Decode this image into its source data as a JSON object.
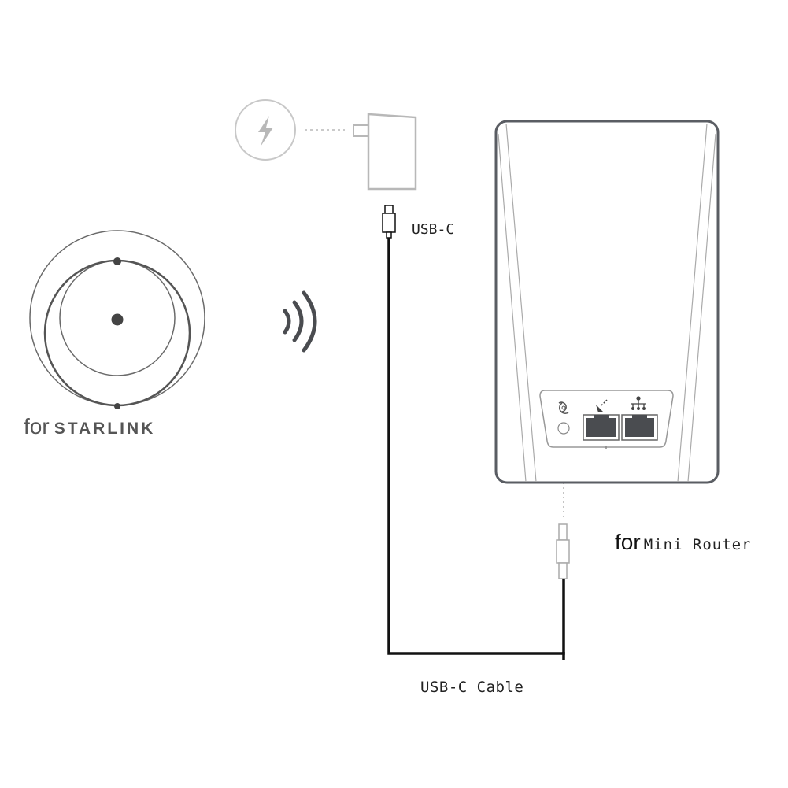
{
  "diagram": {
    "type": "connection-diagram",
    "colors": {
      "line_dark": "#111111",
      "outline_gray": "#5a5d63",
      "light_gray": "#aaaaaa",
      "port_fill": "#4a4c50"
    },
    "nodes": {
      "power_source": {
        "icon": "lightning-bolt-icon"
      },
      "power_adapter": {
        "icon": "wall-plug-adapter-icon"
      },
      "starlink_dish": {
        "icon": "starlink-orbit-logo",
        "label_prefix": "for",
        "label_brand": "STARLINK"
      },
      "wireless_signal": {
        "icon": "wifi-waves-icon"
      },
      "mini_router": {
        "label_prefix": "for",
        "label_name": "Mini Router",
        "ports": [
          {
            "icon": "reset-icon",
            "type": "reset-button"
          },
          {
            "icon": "satellite-dish-icon",
            "type": "ethernet-wan"
          },
          {
            "icon": "network-lan-icon",
            "type": "ethernet-lan"
          }
        ]
      }
    },
    "connectors": {
      "usb_c_top": {
        "label": "USB-C"
      },
      "cable": {
        "label": "USB-C Cable"
      }
    }
  }
}
